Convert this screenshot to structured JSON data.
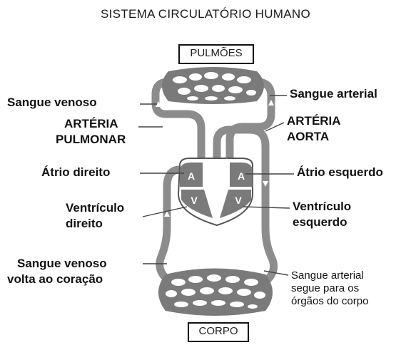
{
  "title": "SISTEMA CIRCULATÓRIO HUMANO",
  "top_box": "PULMÕES",
  "bottom_box": "CORPO",
  "labels": {
    "sangue_venoso": "Sangue venoso",
    "arteria_pulmonar_1": "ARTÉRIA",
    "arteria_pulmonar_2": "PULMONAR",
    "atrio_direito": "Átrio direito",
    "ventriculo_direito_1": "Ventrículo",
    "ventriculo_direito_2": "direito",
    "sangue_venoso_volta_1": "Sangue venoso",
    "sangue_venoso_volta_2": "volta ao coração",
    "sangue_arterial": "Sangue arterial",
    "arteria_aorta_1": "ARTÉRIA",
    "arteria_aorta_2": "AORTA",
    "atrio_esquerdo": "Átrio esquerdo",
    "ventriculo_esquerdo_1": "Ventrículo",
    "ventriculo_esquerdo_2": "esquerdo",
    "sangue_arterial_segue_1": "Sangue arterial",
    "sangue_arterial_segue_2": "segue para os",
    "sangue_arterial_segue_3": "órgãos do corpo"
  },
  "chamber_letters": {
    "atrium_right": "A",
    "atrium_left": "A",
    "ventricle_right": "V",
    "ventricle_left": "V"
  },
  "colors": {
    "vessel": "#8c8c8c",
    "vessel_dark": "#555555",
    "capillary_bg": "#7a7a7a",
    "capillary_cell": "#ffffff",
    "leader": "#444444"
  }
}
